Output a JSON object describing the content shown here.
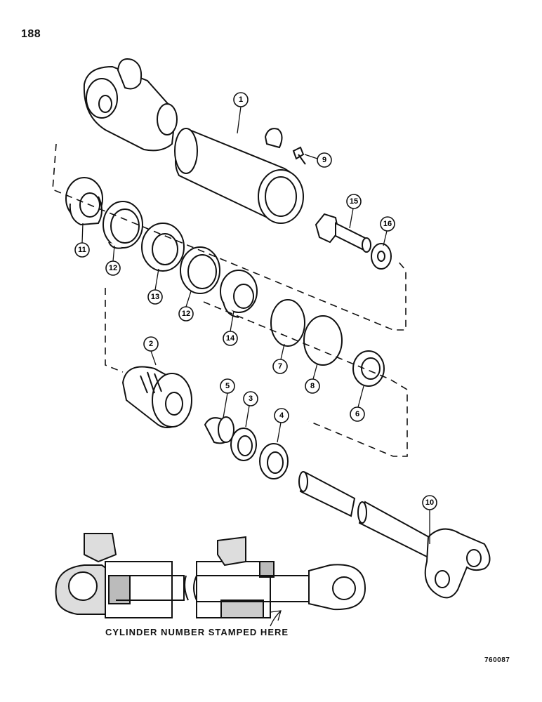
{
  "page_number": "188",
  "callouts": [
    "1",
    "2",
    "3",
    "4",
    "5",
    "6",
    "7",
    "8",
    "9",
    "10",
    "11",
    "12",
    "13",
    "12",
    "14",
    "15",
    "16"
  ],
  "caption": "CYLINDER NUMBER STAMPED HERE",
  "figure_code": "760087"
}
